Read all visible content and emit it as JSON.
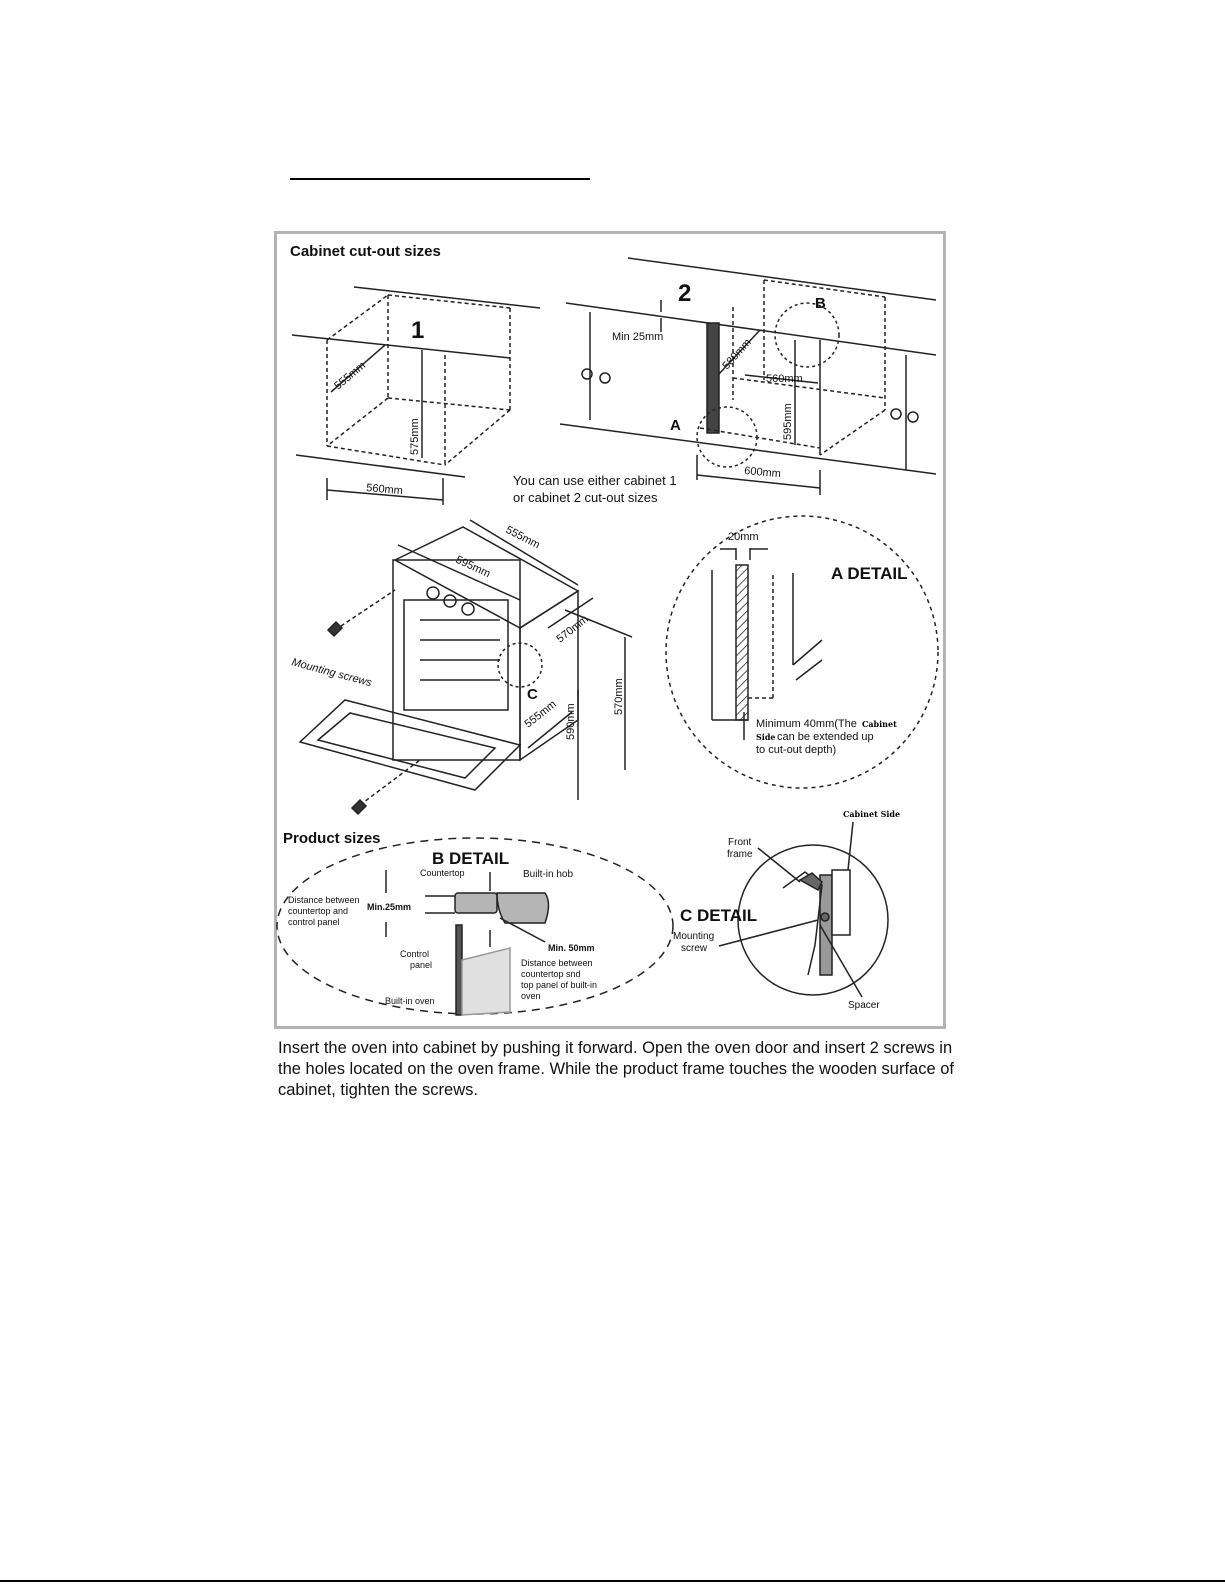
{
  "cabinet_section": {
    "heading": "Cabinet cut-out sizes",
    "cabinet1": {
      "number": "1",
      "depth": "555mm",
      "height": "575mm",
      "width": "560mm"
    },
    "cabinet2": {
      "number": "2",
      "min_gap": "Min 25mm",
      "depth": "580mm",
      "inner_width": "560mm",
      "height": "595mm",
      "outer_width": "600mm",
      "marker_a": "A",
      "marker_b": "B"
    },
    "note_line1": "You can use either cabinet 1",
    "note_line2": "or cabinet 2 cut-out sizes"
  },
  "oven": {
    "depth_top": "555mm",
    "width_top": "595mm",
    "depth_side": "570mm",
    "height_side": "570mm",
    "depth_bottom": "555mm",
    "height_front": "590mm",
    "mounting_screws": "Mounting screws",
    "marker_c": "C"
  },
  "a_detail": {
    "title": "A DETAIL",
    "gap": "20mm",
    "note_line1": "Minimum 40mm(The",
    "cabinet_word": "Cabinet",
    "side_word": "Side",
    "note_line2_rest": "can be extended up",
    "note_line3": "to cut-out depth)"
  },
  "product_section": {
    "heading": "Product sizes"
  },
  "b_detail": {
    "title": "B DETAIL",
    "countertop": "Countertop",
    "hob": "Built-in hob",
    "distance_line1": "Distance between",
    "distance_line2": "countertop and",
    "distance_line3": "control panel",
    "min25": "Min.25mm",
    "control_line1": "Control",
    "control_line2": "panel",
    "min50": "Min. 50mm",
    "dist2_line1": "Distance between",
    "dist2_line2": "countertop snd",
    "dist2_line3": "top panel of built-in",
    "dist2_line4": "oven",
    "oven": "Built-in oven"
  },
  "c_detail": {
    "title": "C DETAIL",
    "cabinet_side": "Cabinet Side",
    "front_line1": "Front",
    "front_line2": "frame",
    "screw_line1": "Mounting",
    "screw_line2": "screw",
    "spacer": "Spacer"
  },
  "instructions": "Insert the oven into cabinet by pushing it forward. Open the oven door and insert 2 screws in the holes located on the oven frame. While the product frame touches the wooden surface of cabinet, tighten the screws."
}
